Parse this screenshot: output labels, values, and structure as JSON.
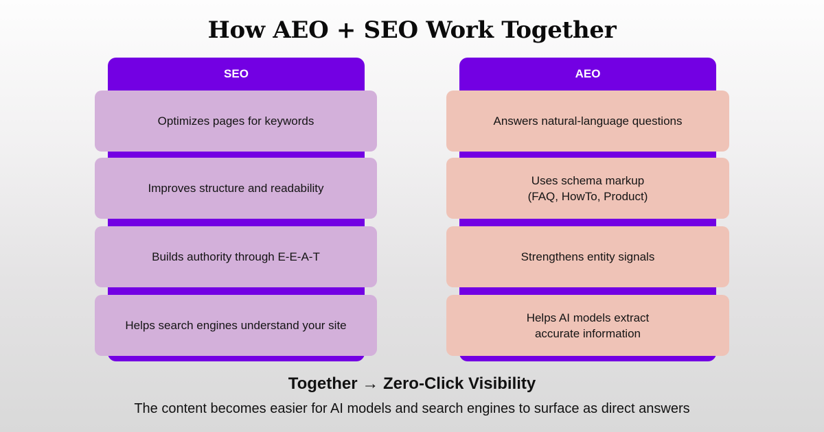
{
  "title": "How AEO + SEO Work Together",
  "colors": {
    "band": "#7300e3",
    "seo_card": "#d3b0da",
    "aeo_card": "#efc3b7",
    "header_text": "#ffffff"
  },
  "columns": [
    {
      "header": "SEO",
      "items": [
        "Optimizes pages for keywords",
        "Improves structure and readability",
        "Builds authority through E-E-A-T",
        "Helps search engines understand your site"
      ]
    },
    {
      "header": "AEO",
      "items": [
        "Answers natural-language questions",
        "Uses schema markup\n(FAQ, HowTo, Product)",
        "Strengthens entity signals",
        "Helps AI models extract\naccurate information"
      ]
    }
  ],
  "footer": {
    "headline": "Together → Zero-Click Visibility",
    "description": "The content becomes easier for AI models and search engines to surface as direct answers"
  }
}
